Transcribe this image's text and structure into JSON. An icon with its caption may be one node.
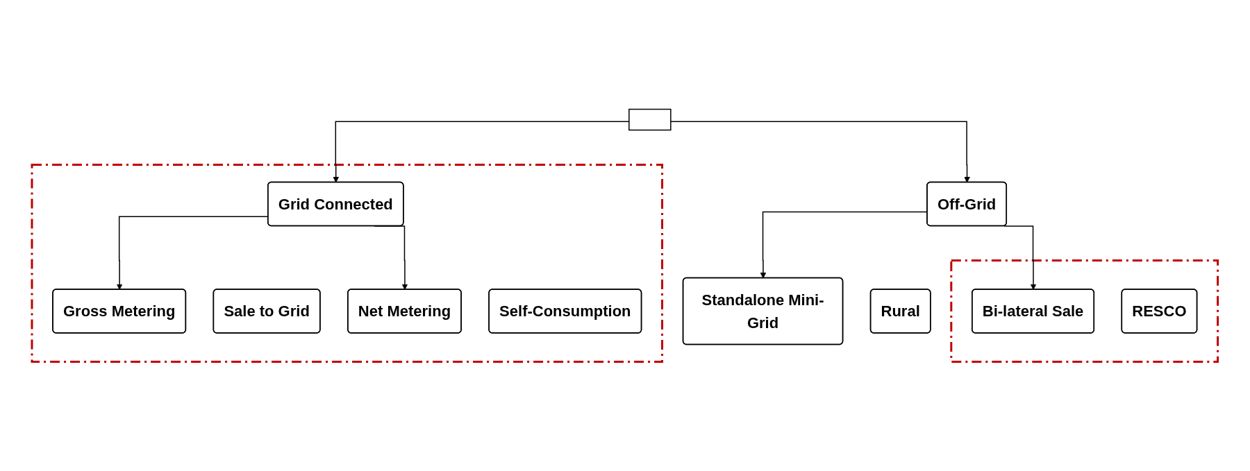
{
  "diagram": {
    "nodes": [
      {
        "text": [],
        "shape": "box"
      },
      {
        "text": [],
        "shape": "box"
      },
      {
        "text": [
          "Grid Connected"
        ],
        "in": 1
      },
      {
        "text": [
          "Gross Metering"
        ],
        "in": 1
      },
      {
        "text": [
          "Sale to Grid"
        ],
        "in": 1
      },
      {
        "text": [
          "Net Metering"
        ],
        "in": 1
      },
      {
        "text": [
          "Self-Consumption"
        ],
        "in": 1
      },
      {
        "text": [
          "Off-Grid"
        ]
      },
      {
        "text": [
          "Standalone Mini-Grid"
        ]
      },
      {
        "text": [
          "Rural"
        ]
      },
      {
        "text": [],
        "shape": "box"
      },
      {
        "text": [
          "Bi-lateral Sale"
        ],
        "in": 10
      },
      {
        "text": [
          "RESCO"
        ],
        "in": 10
      }
    ],
    "edges": [
      {
        "from": 0,
        "to": 2,
        "arrow": "to"
      },
      {
        "from": 0,
        "to": 7,
        "arrow": "to"
      },
      {
        "from": 2,
        "to": 3,
        "arrow": "to"
      },
      {
        "from": 2,
        "to": 5,
        "arrow": "to"
      },
      {
        "from": 7,
        "to": 8,
        "arrow": "to"
      },
      {
        "from": 7,
        "to": 11,
        "arrow": "to"
      }
    ]
  }
}
